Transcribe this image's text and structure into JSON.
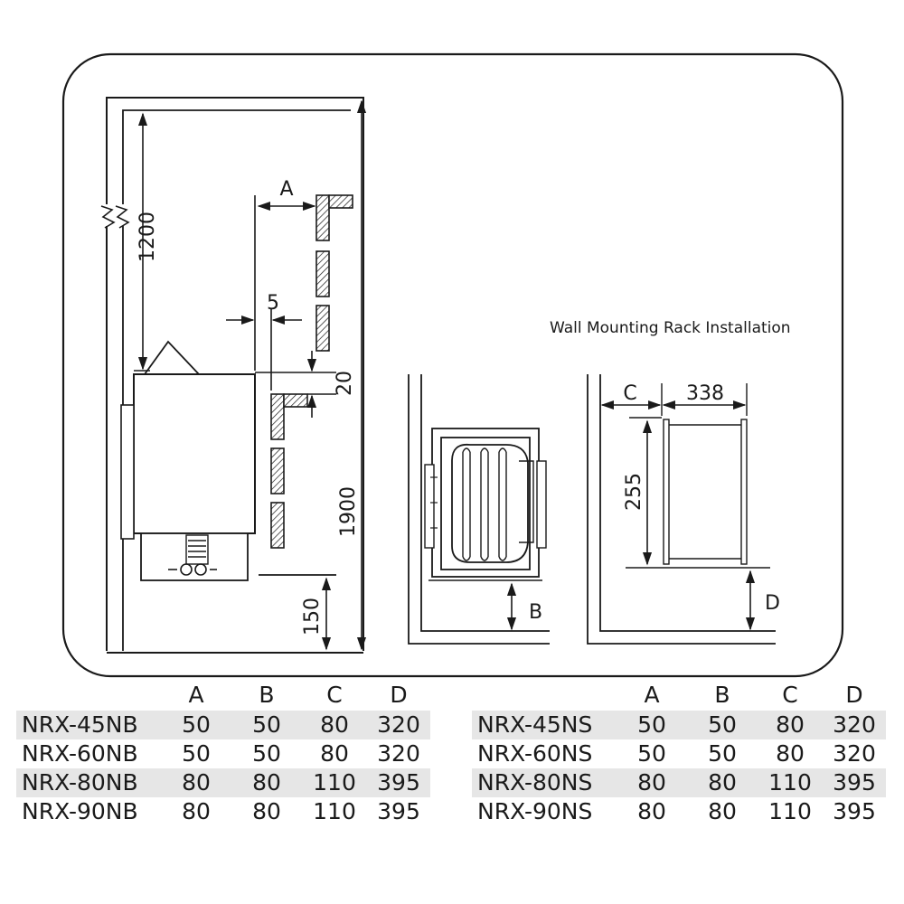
{
  "diagram": {
    "caption": "Wall Mounting Rack Installation",
    "dims": {
      "h1200": "1200",
      "h1900": "1900",
      "h150": "150",
      "gap5": "5",
      "gap20": "20",
      "a": "A",
      "b": "B",
      "c": "C",
      "d": "D",
      "w338": "338",
      "h255": "255"
    }
  },
  "tables": {
    "nb": {
      "headers": [
        "A",
        "B",
        "C",
        "D"
      ],
      "rows": [
        {
          "model": "NRX-45NB",
          "a": "50",
          "b": "50",
          "c": "80",
          "d": "320"
        },
        {
          "model": "NRX-60NB",
          "a": "50",
          "b": "50",
          "c": "80",
          "d": "320"
        },
        {
          "model": "NRX-80NB",
          "a": "80",
          "b": "80",
          "c": "110",
          "d": "395"
        },
        {
          "model": "NRX-90NB",
          "a": "80",
          "b": "80",
          "c": "110",
          "d": "395"
        }
      ]
    },
    "ns": {
      "headers": [
        "A",
        "B",
        "C",
        "D"
      ],
      "rows": [
        {
          "model": "NRX-45NS",
          "a": "50",
          "b": "50",
          "c": "80",
          "d": "320"
        },
        {
          "model": "NRX-60NS",
          "a": "50",
          "b": "50",
          "c": "80",
          "d": "320"
        },
        {
          "model": "NRX-80NS",
          "a": "80",
          "b": "80",
          "c": "110",
          "d": "395"
        },
        {
          "model": "NRX-90NS",
          "a": "80",
          "b": "80",
          "c": "110",
          "d": "395"
        }
      ]
    }
  }
}
